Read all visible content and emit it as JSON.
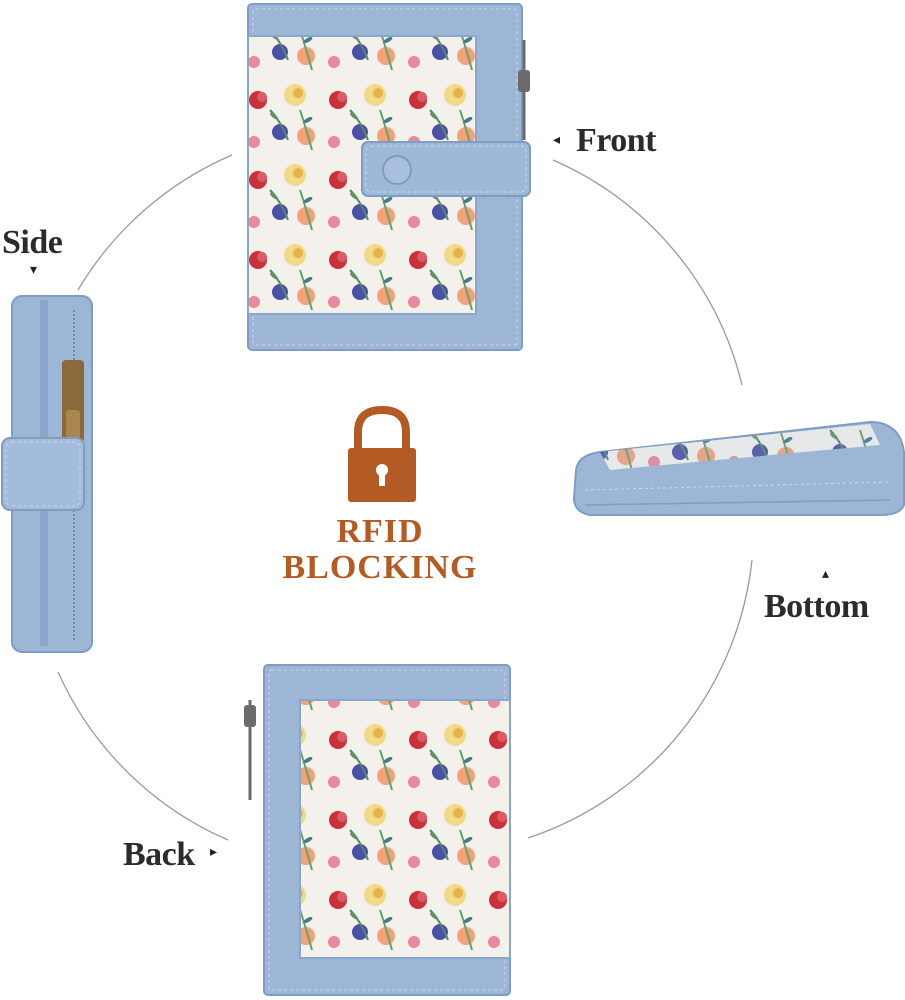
{
  "labels": {
    "front": "Front",
    "side": "Side",
    "bottom": "Bottom",
    "back": "Back"
  },
  "arrows": {
    "front": "◂",
    "side": "▾",
    "bottom": "▴",
    "back": "▸"
  },
  "badge": {
    "line1": "RFID",
    "line2": "BLOCKING",
    "icon": "padlock-icon"
  },
  "colors": {
    "wallet_blue": "#9db6d6",
    "wallet_edge": "#7f9cc2",
    "floral_bg": "#f4f1ec",
    "accent_brown": "#b35a25",
    "circle_line": "#9a9a9a"
  }
}
